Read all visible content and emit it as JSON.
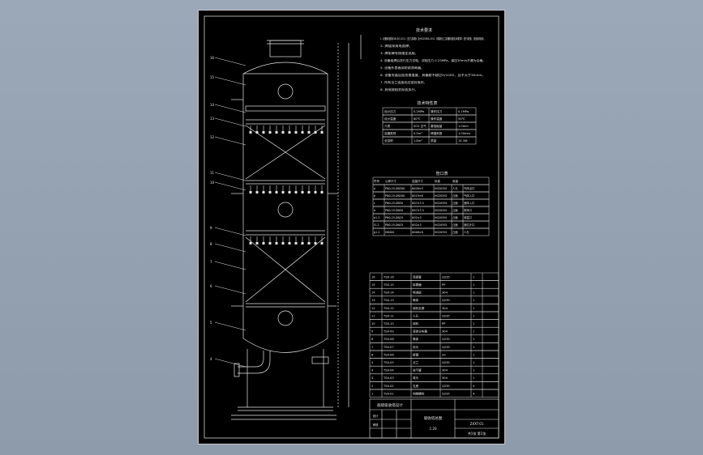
{
  "drawing": {
    "tech_requirements_title": "技术要求",
    "tech_requirements": [
      "1. 设备制造按GB150-2011《压力容器》及HG20584-2011《钢制化工容器制造技术要求》进行制造、检验和验收。",
      "2. 焊接采用电弧焊。",
      "3. 焊条牌号按规定选用。",
      "4. 设备组焊后进行压力试验，试验压力 0.25MPa，保压30min不漏为合格。",
      "5. 设备外表面涂防锈漆两遍。",
      "6. 设备安装后检查垂直度，其偏差不超过H/1000，且不大于30mm。",
      "7. 所有法兰连接处应密封良好。",
      "8. 其他按相关标准执行。"
    ],
    "tech_table_title": "技术特性表",
    "tech_table": [
      [
        "设计压力",
        "0.2MPa",
        "操作压力",
        "0.1MPa"
      ],
      [
        "设计温度",
        "80℃",
        "操作温度",
        "50℃"
      ],
      [
        "介质",
        "SO2 空气",
        "腐蚀裕量",
        "1.0mm"
      ],
      [
        "容器类别",
        "0.5m³",
        "焊缝系数",
        "1.00mm"
      ],
      [
        "全容积",
        "1.8m³",
        "质量",
        "14.34t"
      ]
    ],
    "nozzle_table_title": "管口表",
    "nozzle_table_header": [
      "符号",
      "公称尺寸",
      "连接尺寸",
      "标准",
      "用途"
    ],
    "nozzle_table": [
      [
        "a",
        "PN0.25-DN500",
        "Φ426×9",
        "HG20592",
        "人孔",
        "气体出口"
      ],
      [
        "b",
        "PN0.25-DN200",
        "Φ219×6",
        "HG20592",
        "凸面",
        "气体入口"
      ],
      [
        "c",
        "PN0.25-DN50",
        "Φ57×3.5",
        "HG20592",
        "凸面",
        "液体入口"
      ],
      [
        "d",
        "PN0.25-DN50",
        "Φ57×3.5",
        "HG20592",
        "凸面",
        "排净口"
      ],
      [
        "e1-2",
        "PN0.25-DN25",
        "Φ32×3",
        "HG20592",
        "凸面",
        "测温口"
      ],
      [
        "f1-2",
        "PN0.25-DN25",
        "Φ32×3",
        "HG20592",
        "凸面",
        "液位计口"
      ],
      [
        "g1-2",
        "DN400",
        "Φ406×8",
        "HG20592",
        "凸面",
        "人孔"
      ]
    ],
    "parts_list": [
      [
        "16",
        "TSX-16",
        "连接管",
        "Q235",
        "1",
        ""
      ],
      [
        "15",
        "TSX-15",
        "除雾器",
        "PP",
        "1",
        ""
      ],
      [
        "14",
        "TSX-14",
        "喷淋层",
        "304",
        "1",
        ""
      ],
      [
        "13",
        "TSX-13",
        "筒体",
        "Q235",
        "1",
        ""
      ],
      [
        "12",
        "TSX-12",
        "填料支撑",
        "304",
        "1",
        ""
      ],
      [
        "11",
        "TSX-11",
        "人孔",
        "Q235",
        "1",
        ""
      ],
      [
        "10",
        "TSX-10",
        "填料",
        "PP",
        "1",
        ""
      ],
      [
        "9",
        "TSX-09",
        "液体分布器",
        "304",
        "1",
        ""
      ],
      [
        "8",
        "TSX-08",
        "筒体",
        "Q235",
        "1",
        ""
      ],
      [
        "7",
        "TSX-07",
        "封头",
        "Q235",
        "1",
        ""
      ],
      [
        "6",
        "TSX-06",
        "接管",
        "20",
        "1",
        ""
      ],
      [
        "5",
        "TSX-05",
        "法兰",
        "Q235",
        "1",
        ""
      ],
      [
        "4",
        "TSX-04",
        "进气管",
        "304",
        "1",
        ""
      ],
      [
        "3",
        "TSX-03",
        "弯头",
        "304",
        "1",
        ""
      ],
      [
        "2",
        "TSX-02",
        "支座",
        "Q235",
        "4",
        ""
      ],
      [
        "1",
        "TSX-01",
        "地脚螺栓",
        "Q235",
        "4",
        ""
      ]
    ],
    "title_block": {
      "company": "脱硫吸收塔设计",
      "drawing_name": "吸收塔总图",
      "scale": "1:20",
      "drawing_no": "ZXXT-01",
      "sheet": "共1张 第1张",
      "designer": "设计",
      "checker": "审核"
    },
    "callouts": [
      "16",
      "15",
      "14",
      "13",
      "12",
      "11",
      "10",
      "9",
      "8",
      "7",
      "6",
      "5",
      "4"
    ],
    "colors": {
      "background": "#000000",
      "line": "#e6e6e6",
      "accent": "#ffffff",
      "workspace": "#909eae"
    }
  }
}
